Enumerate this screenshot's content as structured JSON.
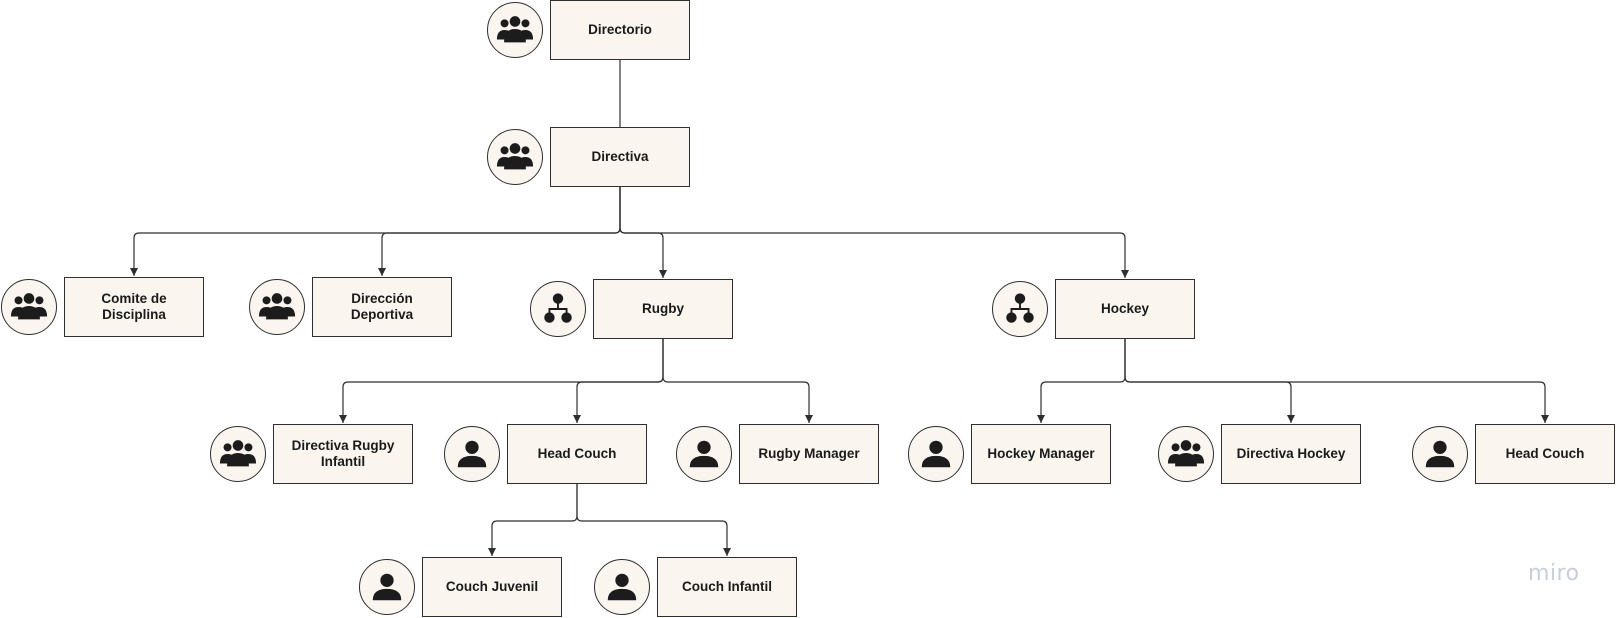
{
  "diagram": {
    "nodes": [
      {
        "id": "directorio",
        "label": "Directorio",
        "icon": "group-icon"
      },
      {
        "id": "directiva",
        "label": "Directiva",
        "icon": "group-icon"
      },
      {
        "id": "comite",
        "label": "Comite de Disciplina",
        "icon": "group-icon"
      },
      {
        "id": "direccion",
        "label": "Dirección Deportiva",
        "icon": "group-icon"
      },
      {
        "id": "rugby",
        "label": "Rugby",
        "icon": "org-structure-icon"
      },
      {
        "id": "hockey",
        "label": "Hockey",
        "icon": "org-structure-icon"
      },
      {
        "id": "dir_rugby_inf",
        "label": "Directiva Rugby Infantil",
        "icon": "group-icon"
      },
      {
        "id": "head_couch_rugby",
        "label": "Head Couch",
        "icon": "person-icon"
      },
      {
        "id": "rugby_manager",
        "label": "Rugby Manager",
        "icon": "person-icon"
      },
      {
        "id": "hockey_manager",
        "label": "Hockey Manager",
        "icon": "person-icon"
      },
      {
        "id": "dir_hockey",
        "label": "Directiva Hockey",
        "icon": "group-icon"
      },
      {
        "id": "head_couch_hockey",
        "label": "Head Couch",
        "icon": "person-icon"
      },
      {
        "id": "couch_juvenil",
        "label": "Couch Juvenil",
        "icon": "person-icon"
      },
      {
        "id": "couch_infantil",
        "label": "Couch Infantil",
        "icon": "person-icon"
      }
    ],
    "edges": [
      {
        "from": "directorio",
        "to": "directiva",
        "arrow": false
      },
      {
        "from": "directiva",
        "to": "comite",
        "arrow": true
      },
      {
        "from": "directiva",
        "to": "direccion",
        "arrow": true
      },
      {
        "from": "directiva",
        "to": "rugby",
        "arrow": true
      },
      {
        "from": "directiva",
        "to": "hockey",
        "arrow": true
      },
      {
        "from": "rugby",
        "to": "dir_rugby_inf",
        "arrow": true
      },
      {
        "from": "rugby",
        "to": "head_couch_rugby",
        "arrow": true
      },
      {
        "from": "rugby",
        "to": "rugby_manager",
        "arrow": true
      },
      {
        "from": "hockey",
        "to": "hockey_manager",
        "arrow": true
      },
      {
        "from": "hockey",
        "to": "dir_hockey",
        "arrow": true
      },
      {
        "from": "hockey",
        "to": "head_couch_hockey",
        "arrow": true
      },
      {
        "from": "head_couch_rugby",
        "to": "couch_juvenil",
        "arrow": true
      },
      {
        "from": "head_couch_rugby",
        "to": "couch_infantil",
        "arrow": true
      }
    ]
  },
  "watermark": "miro",
  "colors": {
    "node_fill": "#faf6ef",
    "stroke": "#2f2f2f",
    "icon_fill": "#1c1c1c",
    "watermark": "#c9cedb"
  }
}
